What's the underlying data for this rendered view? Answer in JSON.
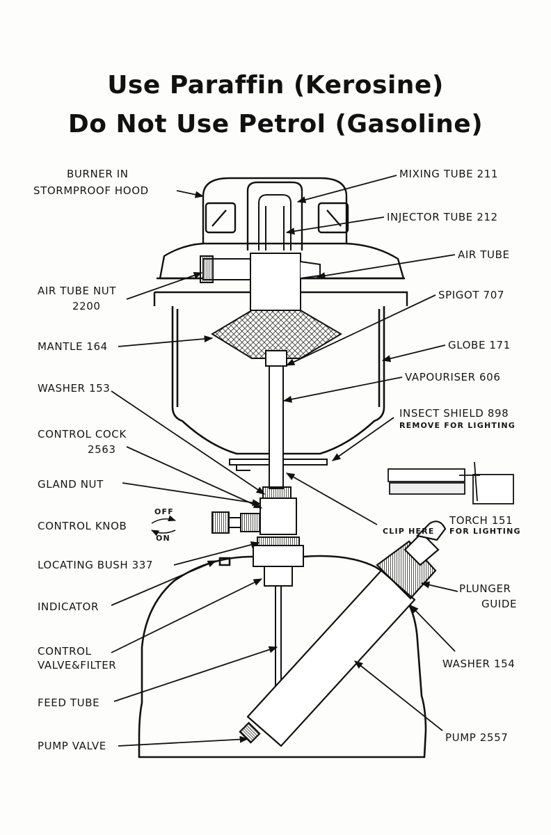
{
  "title": {
    "line1": "Use Paraffin (Kerosine)",
    "line2": "Do Not Use Petrol (Gasoline)"
  },
  "labels": {
    "burner_line1": "BURNER  IN",
    "burner_line2": "STORMPROOF  HOOD",
    "mixing_tube": "MIXING  TUBE  211",
    "injector_tube": "INJECTOR  TUBE  212",
    "air_tube": "AIR TUBE",
    "air_tube_nut_line1": "AIR TUBE NUT",
    "air_tube_nut_line2": "2200",
    "spigot": "SPIGOT 707",
    "mantle": "MANTLE 164",
    "globe": "GLOBE  171",
    "washer_153": "WASHER 153",
    "vapouriser": "VAPOURISER  606",
    "insect_shield": "INSECT SHIELD 898",
    "remove_for_lighting": "REMOVE  FOR  LIGHTING",
    "control_cock_line1": "CONTROL  COCK",
    "control_cock_line2": "2563",
    "gland_nut": "GLAND  NUT",
    "control_knob": "CONTROL  KNOB",
    "off": "OFF",
    "on": "ON",
    "torch": "TORCH  151",
    "clip_here": "CLIP  HERE",
    "for_lighting": "FOR  LIGHTING",
    "locating_bush": "LOCATING  BUSH  337",
    "plunger_guide_line1": "PLUNGER",
    "plunger_guide_line2": "GUIDE",
    "indicator": "INDICATOR",
    "control_valve_line1": "CONTROL",
    "control_valve_line2": "VALVE&FILTER",
    "washer_154": "WASHER  154",
    "feed_tube": "FEED  TUBE",
    "pump": "PUMP  2557",
    "pump_valve": "PUMP VALVE"
  }
}
